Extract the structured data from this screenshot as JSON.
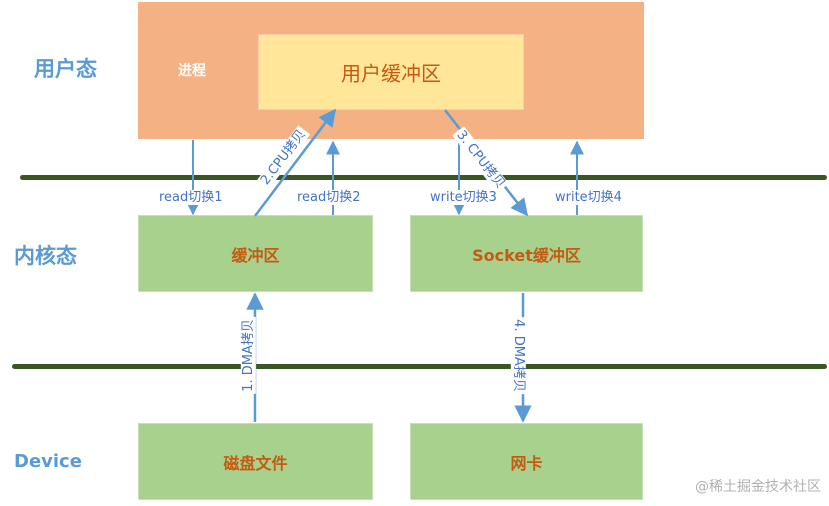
{
  "layers": {
    "user": "用户态",
    "kernel": "内核态",
    "device": "Device"
  },
  "process": {
    "label": "进程",
    "user_buffer": "用户缓冲区"
  },
  "kernel_boxes": {
    "buffer": "缓冲区",
    "socket_buffer": "Socket缓冲区"
  },
  "device_boxes": {
    "disk": "磁盘文件",
    "nic": "网卡"
  },
  "edges": {
    "read_switch_1": "read切换1",
    "cpu_copy_2": "2.CPU拷贝",
    "read_switch_2": "read切换2",
    "cpu_copy_3": "3. CPU拷贝",
    "write_switch_3": "write切换3",
    "write_switch_4": "write切换4",
    "dma_copy_1": "1. DMA拷贝",
    "dma_copy_4": "4. DMA拷贝"
  },
  "watermark": "@稀土掘金技术社区",
  "colors": {
    "process_fill": "#f4b183",
    "user_buffer_fill": "#ffe699",
    "box_fill": "#a9d18e",
    "arrow": "#5b9bd5",
    "divider": "#385723",
    "text_orange": "#c55a11"
  }
}
